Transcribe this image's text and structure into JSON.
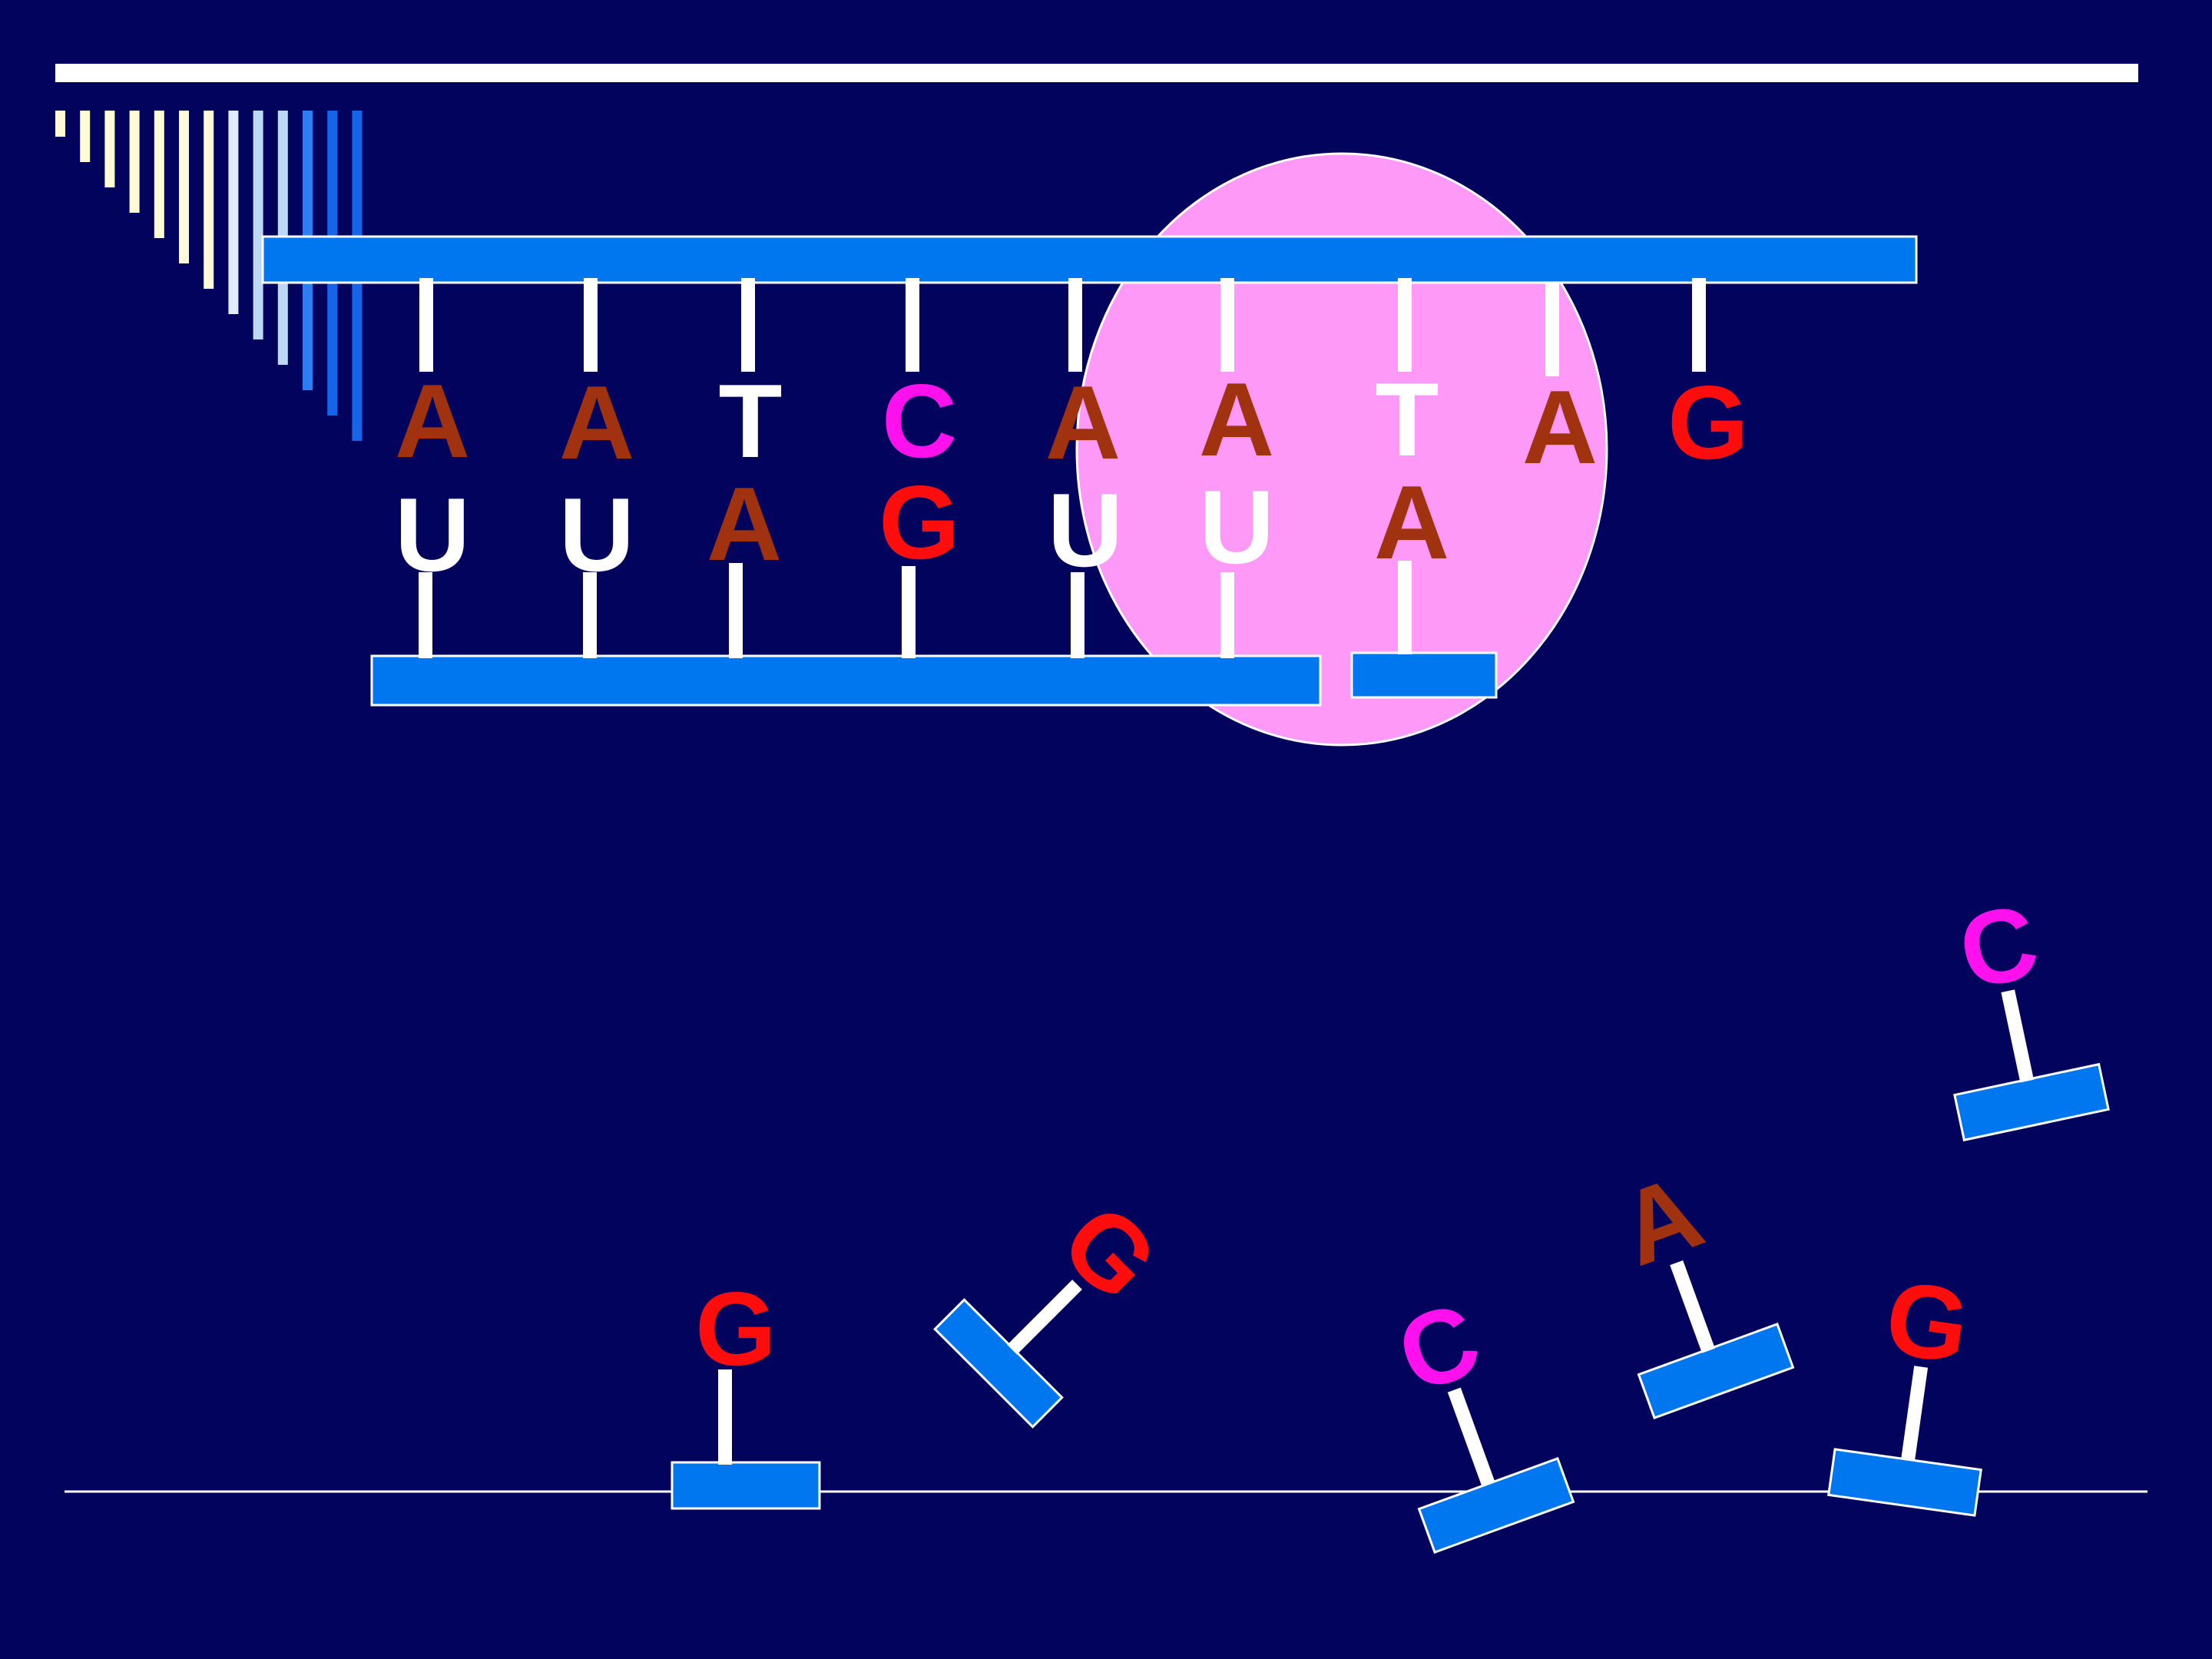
{
  "colors": {
    "background": "#02035c",
    "white": "#ffffff",
    "backbone": "#0077ee",
    "ribosome": "#ff99f7",
    "adenine": "#a0320f",
    "cytosine": "#ff11ee",
    "guanine": "#ff0d0d",
    "thymine": "#ffffff",
    "uracil": "#ffffff",
    "gradient": [
      "#fffad6",
      "#fffad6",
      "#fffad6",
      "#fffad6",
      "#fffad6",
      "#fffad6",
      "#fffad6",
      "#e0ecff",
      "#bcd8f5",
      "#bcd8f5",
      "#2c7ff2",
      "#1565e8",
      "#1565e8"
    ]
  },
  "dna_strand": {
    "bases": [
      "A",
      "A",
      "T",
      "C",
      "A",
      "A",
      "T",
      "A",
      "G"
    ]
  },
  "mrna_strand": {
    "bases": [
      "U",
      "U",
      "A",
      "G",
      "U",
      "U",
      "A"
    ]
  },
  "free_nucleotides": [
    {
      "id": "g1",
      "base": "G"
    },
    {
      "id": "g2",
      "base": "G"
    },
    {
      "id": "c1",
      "base": "C"
    },
    {
      "id": "a1",
      "base": "A"
    },
    {
      "id": "g3",
      "base": "G"
    },
    {
      "id": "c2",
      "base": "C"
    }
  ]
}
